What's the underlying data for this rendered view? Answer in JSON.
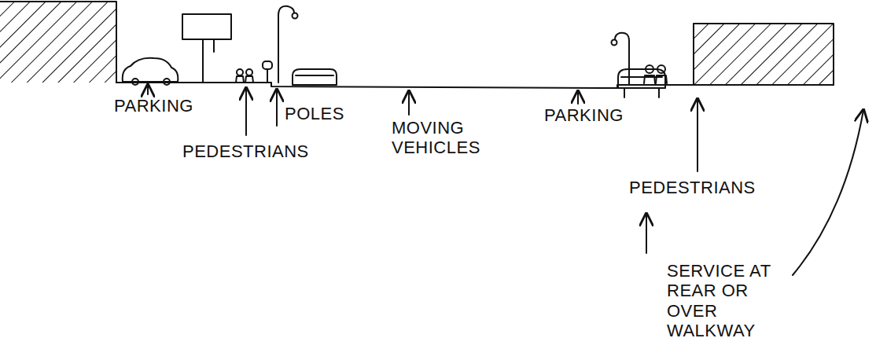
{
  "diagram": {
    "labels": [
      "PARKING",
      "PEDESTRIANS",
      "POLES",
      "MOVING VEHICLES",
      "PARKING",
      "PEDESTRIANS",
      "SERVICE AT REAR OR OVER WALKWAY"
    ]
  }
}
